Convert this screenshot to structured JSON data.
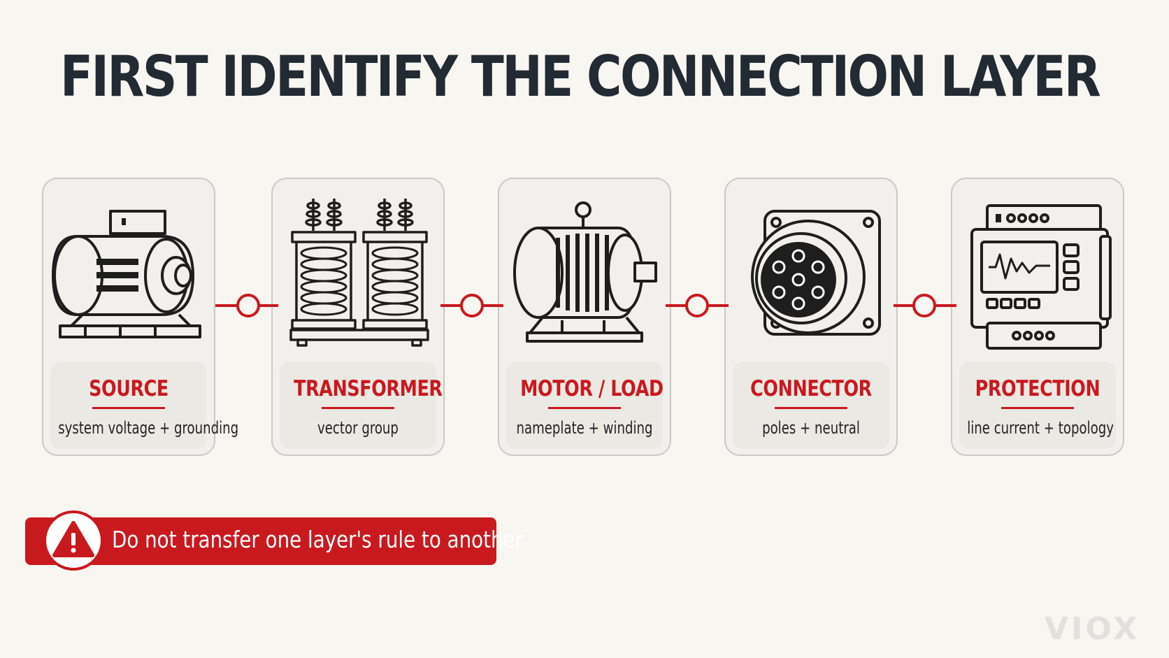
{
  "title": "FIRST IDENTIFY THE CONNECTION LAYER",
  "colors": {
    "accent": "#c8191f",
    "title": "#222a33",
    "background": "#f8f6f1"
  },
  "layers": [
    {
      "label": "SOURCE",
      "description": "system voltage + grounding",
      "icon": "generator-icon"
    },
    {
      "label": "TRANSFORMER",
      "description": "vector group",
      "icon": "transformer-icon"
    },
    {
      "label": "MOTOR / LOAD",
      "description": "nameplate + winding",
      "icon": "motor-icon"
    },
    {
      "label": "CONNECTOR",
      "description": "poles + neutral",
      "icon": "connector-icon"
    },
    {
      "label": "PROTECTION",
      "description": "line current + topology",
      "icon": "protection-relay-icon"
    }
  ],
  "warning": {
    "text": "Do not transfer one layer's rule to another",
    "icon": "warning-icon"
  },
  "brand": "VIOX"
}
